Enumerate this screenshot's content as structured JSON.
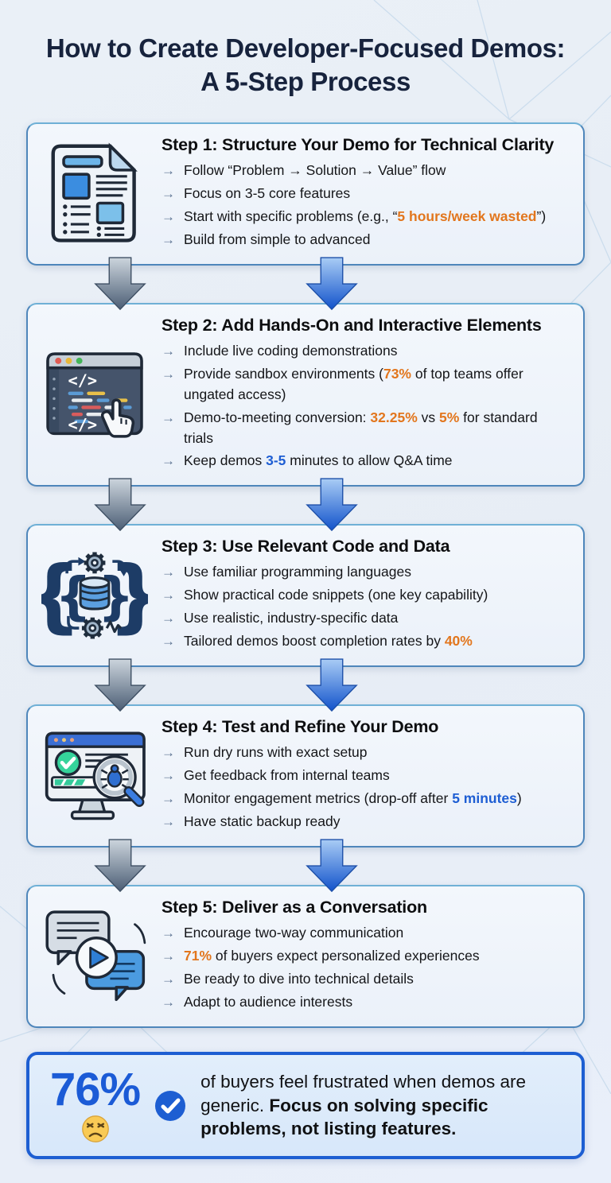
{
  "page": {
    "title": "How to Create Developer-Focused Demos: A 5-Step Process"
  },
  "colors": {
    "highlight_orange": "#e2761d",
    "highlight_blue": "#1e5ed3",
    "card_border": "#4e86bb",
    "stat_border": "#1d5ed2",
    "stat_value_blue": "#1b5bd6"
  },
  "bullet_arrow": "→",
  "steps": [
    {
      "icon": "document-outline-icon",
      "title": "Step 1: Structure Your Demo for Technical Clarity",
      "bullets": [
        [
          {
            "t": "Follow “Problem → Solution → Value” flow"
          }
        ],
        [
          {
            "t": "Focus on 3-5 core features"
          }
        ],
        [
          {
            "t": "Start with specific problems (e.g., “"
          },
          {
            "t": "5 hours/week wasted",
            "c": "orange"
          },
          {
            "t": "”)"
          }
        ],
        [
          {
            "t": "Build from simple to advanced"
          }
        ]
      ]
    },
    {
      "icon": "code-editor-cursor-icon",
      "title": "Step 2: Add Hands-On and Interactive Elements",
      "bullets": [
        [
          {
            "t": "Include live coding demonstrations"
          }
        ],
        [
          {
            "t": "Provide sandbox environments ("
          },
          {
            "t": "73%",
            "c": "orange"
          },
          {
            "t": " of top teams offer ungated access)"
          }
        ],
        [
          {
            "t": "Demo-to-meeting conversion: "
          },
          {
            "t": "32.25%",
            "c": "orange"
          },
          {
            "t": " vs "
          },
          {
            "t": "5%",
            "c": "orange"
          },
          {
            "t": " for standard trials"
          }
        ],
        [
          {
            "t": "Keep demos "
          },
          {
            "t": "3-5",
            "c": "blue"
          },
          {
            "t": " minutes to allow Q&A time"
          }
        ]
      ]
    },
    {
      "icon": "code-and-database-icon",
      "title": "Step 3: Use Relevant Code and Data",
      "bullets": [
        [
          {
            "t": "Use familiar programming languages"
          }
        ],
        [
          {
            "t": "Show practical code snippets (one key capability)"
          }
        ],
        [
          {
            "t": "Use realistic, industry-specific data"
          }
        ],
        [
          {
            "t": "Tailored demos boost completion rates by "
          },
          {
            "t": "40%",
            "c": "orange"
          }
        ]
      ]
    },
    {
      "icon": "monitor-bug-test-icon",
      "title": "Step 4: Test and Refine Your Demo",
      "bullets": [
        [
          {
            "t": "Run dry runs with exact setup"
          }
        ],
        [
          {
            "t": "Get feedback from internal teams"
          }
        ],
        [
          {
            "t": "Monitor engagement metrics (drop-off after "
          },
          {
            "t": "5 minutes",
            "c": "blue"
          },
          {
            "t": ")"
          }
        ],
        [
          {
            "t": "Have static backup ready"
          }
        ]
      ]
    },
    {
      "icon": "chat-conversation-icon",
      "title": "Step 5: Deliver as a Conversation",
      "bullets": [
        [
          {
            "t": "Encourage two-way communication"
          }
        ],
        [
          {
            "t": "71%",
            "c": "orange"
          },
          {
            "t": " of buyers expect personalized experiences"
          }
        ],
        [
          {
            "t": "Be ready to dive into technical details"
          }
        ],
        [
          {
            "t": "Adapt to audience interests"
          }
        ]
      ]
    }
  ],
  "stat": {
    "value": "76%",
    "emoji": "frustrated-face-emoji-icon",
    "check": "blue-check-circle-icon",
    "text": [
      {
        "t": "of buyers feel frustrated when demos are generic. "
      },
      {
        "t": "Focus on solving specific problems, not listing features.",
        "c": "bold"
      }
    ]
  }
}
